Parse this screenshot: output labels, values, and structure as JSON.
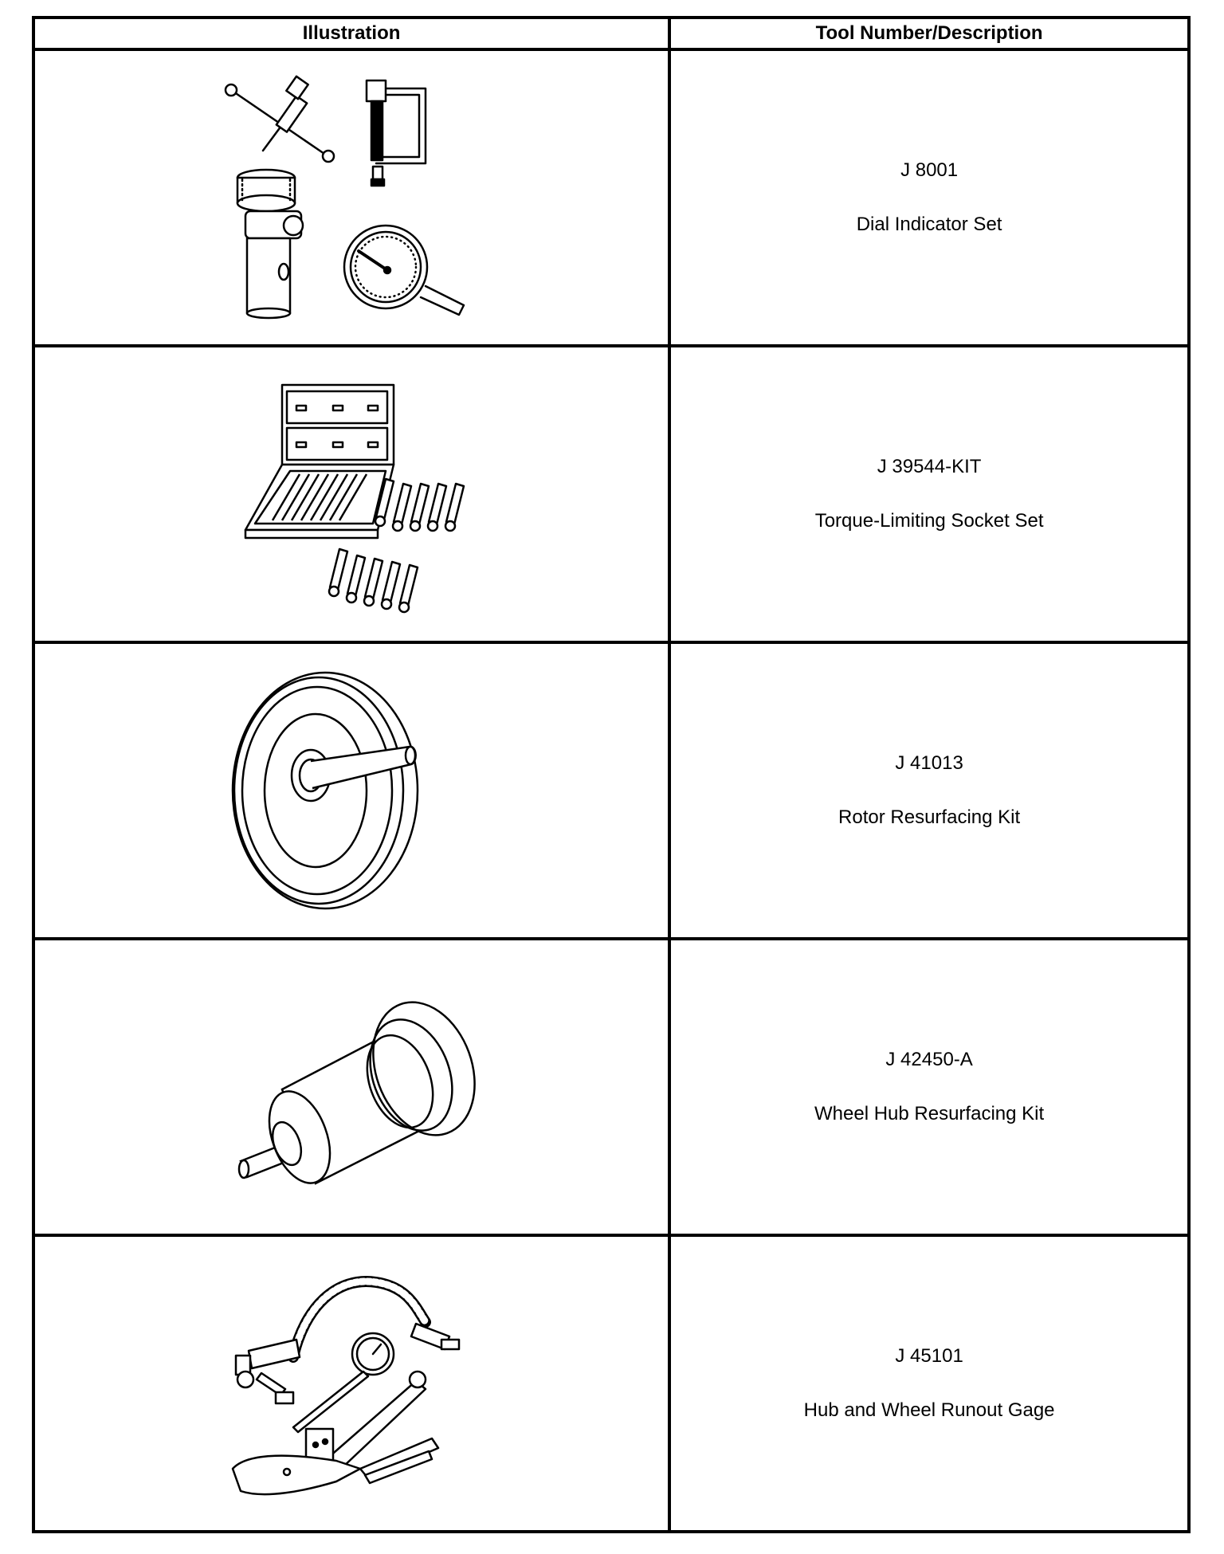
{
  "table": {
    "headers": {
      "illustration": "Illustration",
      "description": "Tool Number/Description"
    },
    "rows": [
      {
        "number": "J 8001",
        "description": "Dial Indicator Set",
        "icon": "dial-indicator-set-illustration"
      },
      {
        "number": "J 39544-KIT",
        "description": "Torque-Limiting Socket Set",
        "icon": "socket-set-case-illustration"
      },
      {
        "number": "J 41013",
        "description": "Rotor Resurfacing Kit",
        "icon": "rotor-disc-illustration"
      },
      {
        "number": "J 42450-A",
        "description": "Wheel Hub Resurfacing Kit",
        "icon": "hub-resurfacing-cylinder-illustration"
      },
      {
        "number": "J 45101",
        "description": "Hub and Wheel Runout Gage",
        "icon": "runout-gage-illustration"
      }
    ]
  }
}
